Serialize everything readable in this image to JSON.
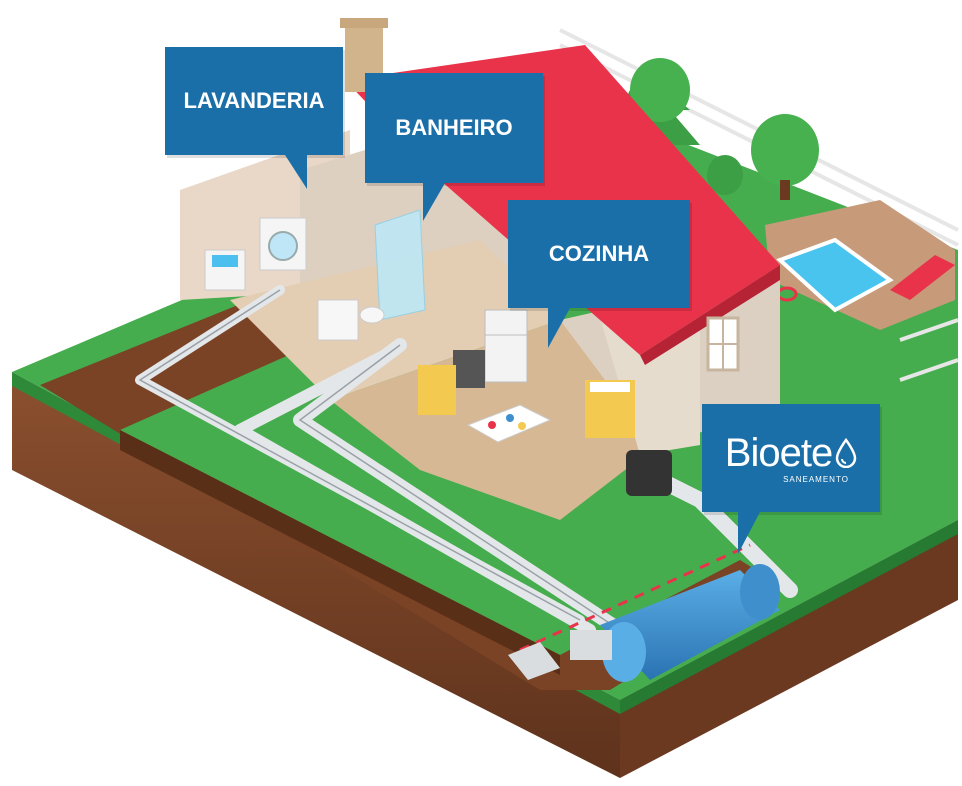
{
  "labels": {
    "lavanderia": "LAVANDERIA",
    "banheiro": "BANHEIRO",
    "cozinha": "COZINHA"
  },
  "brand": {
    "name": "Bioete",
    "tagline": "SANEAMENTO",
    "icon": "water-drop-icon"
  },
  "colors": {
    "callout": "#1b6fa8",
    "roof": "#e8334a",
    "grass": "#3fa84a",
    "soil": "#7a4326",
    "pipe": "#e4e7ea",
    "tank": "#3d8fd0",
    "pool": "#48c4ef"
  }
}
